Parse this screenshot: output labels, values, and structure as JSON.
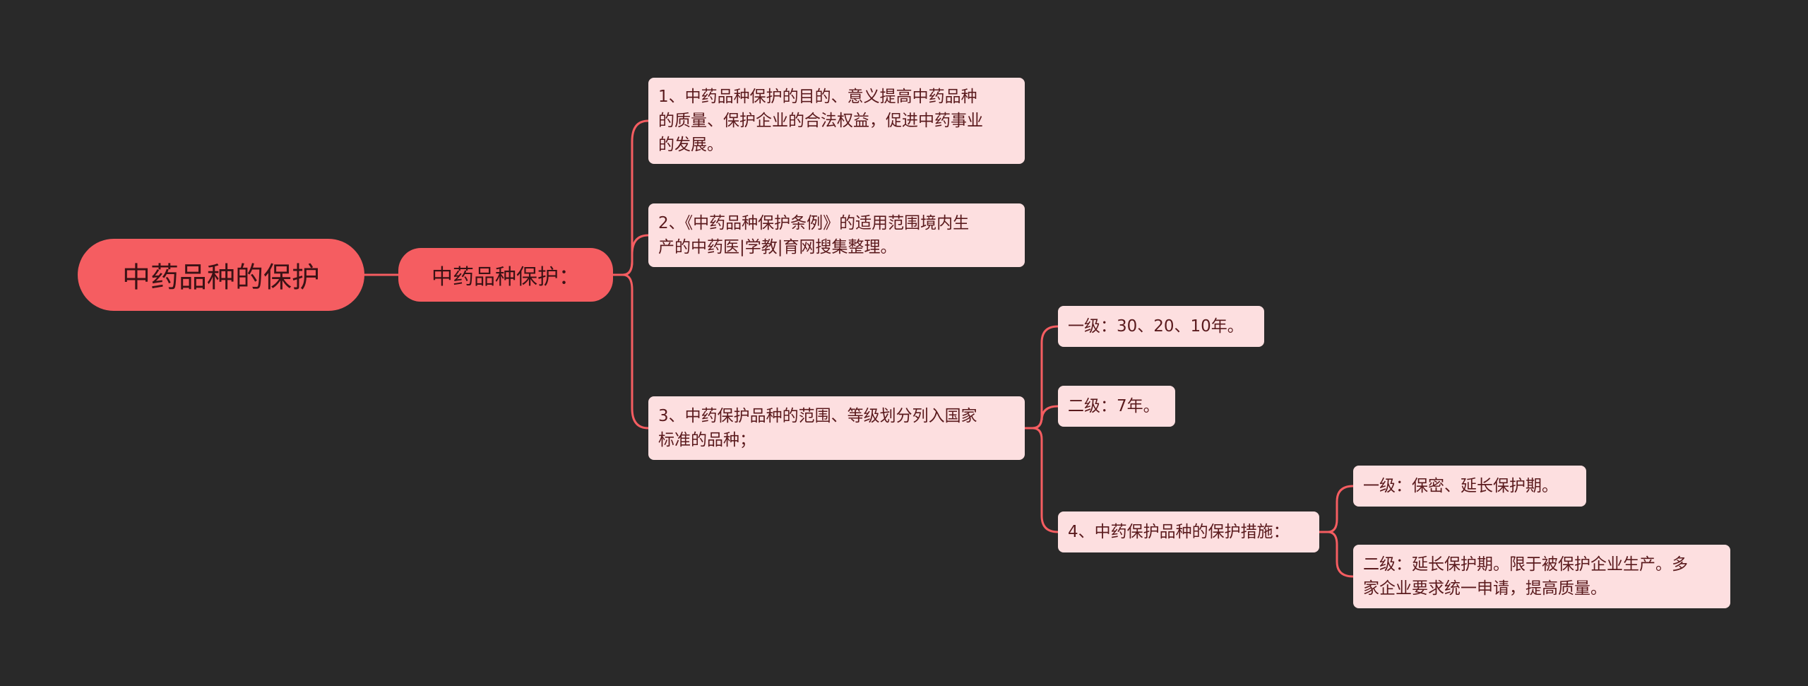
{
  "colors": {
    "background": "#292929",
    "main_node": "#f55d61",
    "leaf_node": "#fddfe0",
    "connector": "#f55d61"
  },
  "root": {
    "label": "中药品种的保护"
  },
  "branch": {
    "label": "中药品种保护："
  },
  "topics": [
    {
      "lines": [
        "1、中药品种保护的目的、意义提高中药品种",
        "的质量、保护企业的合法权益，促进中药事业",
        "的发展。"
      ]
    },
    {
      "lines": [
        "2、《中药品种保护条例》的适用范围境内生",
        "产的中药医|学教|育网搜集整理。"
      ]
    },
    {
      "lines": [
        "3、中药保护品种的范围、等级划分列入国家",
        "标准的品种；"
      ]
    }
  ],
  "levels": [
    {
      "lines": [
        "一级：30、20、10年。"
      ]
    },
    {
      "lines": [
        "二级：7年。"
      ]
    },
    {
      "lines": [
        "4、中药保护品种的保护措施："
      ]
    }
  ],
  "measures": [
    {
      "lines": [
        "一级：保密、延长保护期。"
      ]
    },
    {
      "lines": [
        "二级：延长保护期。限于被保护企业生产。多",
        "家企业要求统一申请，提高质量。"
      ]
    }
  ]
}
